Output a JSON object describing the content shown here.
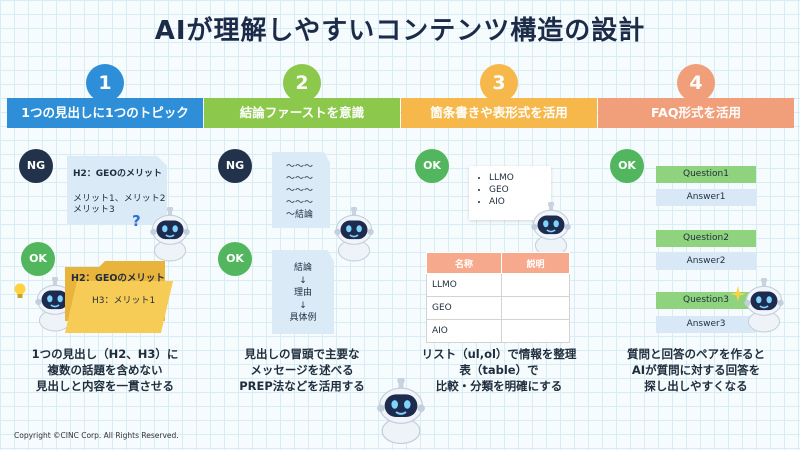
{
  "title": "AIが理解しやすいコンテンツ構造の設計",
  "colors": {
    "blue": "#2e8fd8",
    "green": "#8cc84b",
    "orange": "#f7b84b",
    "salmon": "#f19f7a",
    "navy": "#22324a",
    "ok_green": "#52b65e"
  },
  "columns": [
    {
      "number": "1",
      "header": "1つの見出しに1つのトピック",
      "ng_badge": "NG",
      "ok_badge": "OK",
      "ng_doc": {
        "line1": "H2：GEOのメリット",
        "line2": "メリット1、メリット2",
        "line3": "メリット3"
      },
      "ok_doc": {
        "h2": "H2：GEOのメリット",
        "h3": "H3：メリット1"
      },
      "question_mark": "?",
      "desc": [
        "1つの見出し（H2、H3）に",
        "複数の話題を含めない",
        "見出しと内容を一貫させる"
      ]
    },
    {
      "number": "2",
      "header": "結論ファーストを意識",
      "ng_badge": "NG",
      "ok_badge": "OK",
      "ng_doc": [
        "～～～",
        "～～～",
        "～～～",
        "～～～",
        "～結論"
      ],
      "ok_doc": [
        "結論",
        "↓",
        "理由",
        "↓",
        "具体例"
      ],
      "desc": [
        "見出しの冒頭で主要な",
        "メッセージを述べる",
        "PREP法などを活用する"
      ]
    },
    {
      "number": "3",
      "header": "箇条書きや表形式を活用",
      "ok_badge": "OK",
      "bullets": [
        "LLMO",
        "GEO",
        "AIO"
      ],
      "table_head": [
        "名称",
        "説明"
      ],
      "table_rows": [
        "LLMO",
        "GEO",
        "AIO"
      ],
      "desc": [
        "リスト（ul,ol）で情報を整理",
        "表（table）で",
        "比較・分類を明確にする"
      ]
    },
    {
      "number": "4",
      "header": "FAQ形式を活用",
      "ok_badge": "OK",
      "qa": [
        "Question1",
        "Answer1",
        "Question2",
        "Answer2",
        "Question3",
        "Answer3"
      ],
      "desc": [
        "質問と回答のペアを作ると",
        "AIが質問に対する回答を",
        "探し出しやすくなる"
      ]
    }
  ],
  "copyright": "Copyright ©CINC Corp. All Rights Reserved."
}
